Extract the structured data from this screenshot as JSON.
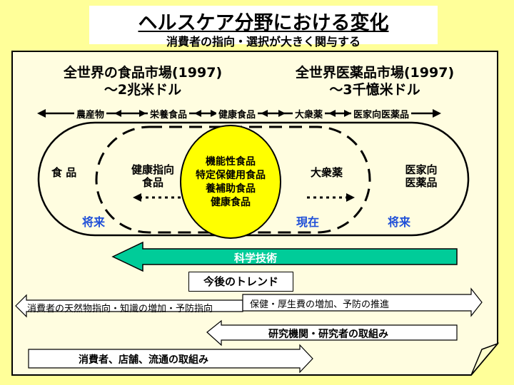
{
  "header": {
    "title": "ヘルスケア分野における変化",
    "subtitle": "消費者の指向・選択が大きく関与する"
  },
  "markets": {
    "food_title": "全世界の食品市場(1997)",
    "food_size": "～2兆米ドル",
    "pharma_title": "全世界医薬品市場(1997)",
    "pharma_size": "～3千憶米ドル"
  },
  "categories": [
    "農産物",
    "栄養食品",
    "健康食品",
    "大衆薬",
    "医家向医薬品"
  ],
  "ovals": {
    "food": "食 品",
    "health_food_line1": "健康指向",
    "health_food_line2": "食品",
    "center": [
      "機能性食品",
      "特定保健用食品",
      "養補助食品",
      "健康食品"
    ],
    "otc": "大衆薬",
    "rx_line1": "医家向",
    "rx_line2": "医薬品"
  },
  "timeframes": {
    "left_future": "将来",
    "present": "現在",
    "right_future": "将来"
  },
  "science_arrow": "科学技術",
  "trend_label": "今後のトレンド",
  "trends": {
    "consumer_orientation": "消費者の天然物指向・知識の増加・予防指向",
    "insurance": "保健・厚生費の増加、予防の推進",
    "research": "研究機関・研究者の取組み",
    "distribution": "消費者、店舗、流通の取組み"
  },
  "colors": {
    "background": "#ffff99",
    "panel": "#fffde0",
    "center_circle": "#ffff00",
    "science_arrow": "#00cc99",
    "future_text": "#1f4fd8"
  }
}
